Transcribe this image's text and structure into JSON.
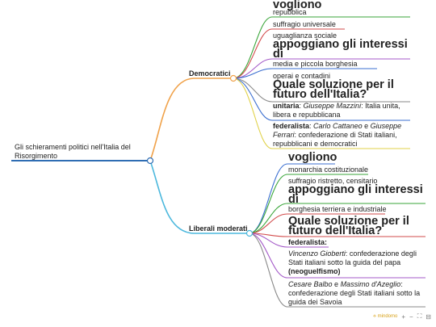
{
  "root": {
    "label": "Gli schieramenti politici nell'Italia del Risorgimento"
  },
  "branches": [
    {
      "label": "Democratici"
    },
    {
      "label": "Liberali moderati"
    }
  ],
  "dem": {
    "vogliono": "vogliono",
    "repubblica": "repubblica",
    "suffragio": "suffragio universale",
    "uguaglianza": "uguaglianza sociale",
    "appoggiano": "appoggiano gli interessi di",
    "media": "media e piccola borghesia",
    "operai": "operai e contadini",
    "quale": "Quale soluzione per il futuro dell'Italia?",
    "unitaria": {
      "head": "unitaria",
      "sep": ": ",
      "name": "Giuseppe Mazzini",
      "rest": ": Italia unita, libera e repubblicana"
    },
    "federalista": {
      "head": "federalista",
      "sep": ": ",
      "name1": "Carlo Cattaneo",
      "and": " e ",
      "name2": "Giuseppe Ferrari",
      "rest": ": confederazione di Stati italiani, repubblicani e democratici"
    }
  },
  "lib": {
    "vogliono": "vogliono",
    "monarchia": "monarchia costituzionale",
    "suffragio": "suffragio ristretto, censitario",
    "appoggiano": "appoggiano gli interessi di",
    "borghesia": "borghesia terriera e industriale",
    "quale": "Quale soluzione per il futuro dell'Italia?",
    "federalista": "federalista:",
    "gioberti": {
      "name": "Vincenzo Gioberti",
      "rest": ": confederazione degli Stati italiani sotto la guida del papa ",
      "paren": "(neoguelfismo)"
    },
    "balbo": {
      "name1": "Cesare Balbo",
      "and": " e ",
      "name2": "Massimo d'Azeglio",
      "rest": ": confederazione degli Stati italiani sotto la guida dei Savoia"
    }
  },
  "footer": {
    "brand": "⟡ mindomo",
    "plus": "+",
    "minus": "−",
    "fit": "⛶",
    "menu": "⊟"
  },
  "colors": {
    "root_line": "#2f6db3",
    "dem_branch": "#f0a24a",
    "lib_branch": "#4cb8dd",
    "green": "#3aa63a",
    "red": "#d24b4b",
    "purple": "#a45ac8",
    "blue": "#3b6fd0",
    "yellow": "#e0d24a",
    "gray": "#8a8a8a"
  }
}
